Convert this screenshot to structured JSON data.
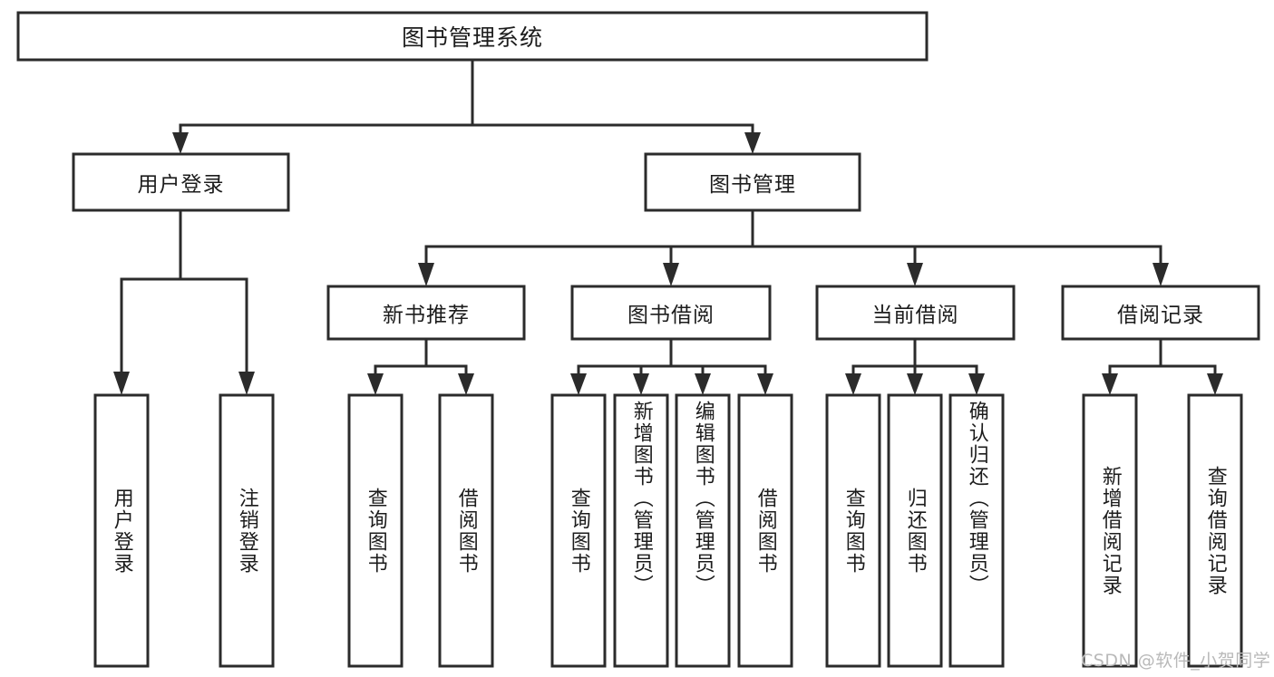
{
  "diagram": {
    "title_box": {
      "label": "图书管理系统"
    },
    "level1": [
      {
        "id": "user-login",
        "label": "用户登录"
      },
      {
        "id": "book-management",
        "label": "图书管理"
      }
    ],
    "level2": [
      {
        "id": "new-book-recommend",
        "label": "新书推荐"
      },
      {
        "id": "book-borrow",
        "label": "图书借阅"
      },
      {
        "id": "current-borrow",
        "label": "当前借阅"
      },
      {
        "id": "borrow-record",
        "label": "借阅记录"
      }
    ],
    "leaves": [
      {
        "id": "leaf-user-login",
        "label": "用户登录",
        "parent": "用户登录"
      },
      {
        "id": "leaf-logout",
        "label": "注销登录",
        "parent": "用户登录"
      },
      {
        "id": "leaf-query-book-rec",
        "label": "查询图书",
        "parent": "新书推荐"
      },
      {
        "id": "leaf-borrow-book-rec",
        "label": "借阅图书",
        "parent": "新书推荐"
      },
      {
        "id": "leaf-query-book-borrow",
        "label": "查询图书",
        "parent": "图书借阅"
      },
      {
        "id": "leaf-add-book",
        "label": "新增图书（管理员）",
        "parent": "图书借阅"
      },
      {
        "id": "leaf-edit-book",
        "label": "编辑图书（管理员）",
        "parent": "图书借阅"
      },
      {
        "id": "leaf-borrow-book",
        "label": "借阅图书",
        "parent": "图书借阅"
      },
      {
        "id": "leaf-query-book-cur",
        "label": "查询图书",
        "parent": "当前借阅"
      },
      {
        "id": "leaf-return-book",
        "label": "归还图书",
        "parent": "当前借阅"
      },
      {
        "id": "leaf-confirm-return",
        "label": "确认归还（管理员）",
        "parent": "当前借阅"
      },
      {
        "id": "leaf-add-record",
        "label": "新增借阅记录",
        "parent": "借阅记录"
      },
      {
        "id": "leaf-query-record",
        "label": "查询借阅记录",
        "parent": "借阅记录"
      }
    ],
    "watermark": "CSDN @软件_小贺同学",
    "colors": {
      "stroke": "#2b2b2b",
      "fill": "#ffffff",
      "text": "#1c1c1c",
      "watermark": "#b9b9b9",
      "background": "#ffffff"
    }
  }
}
